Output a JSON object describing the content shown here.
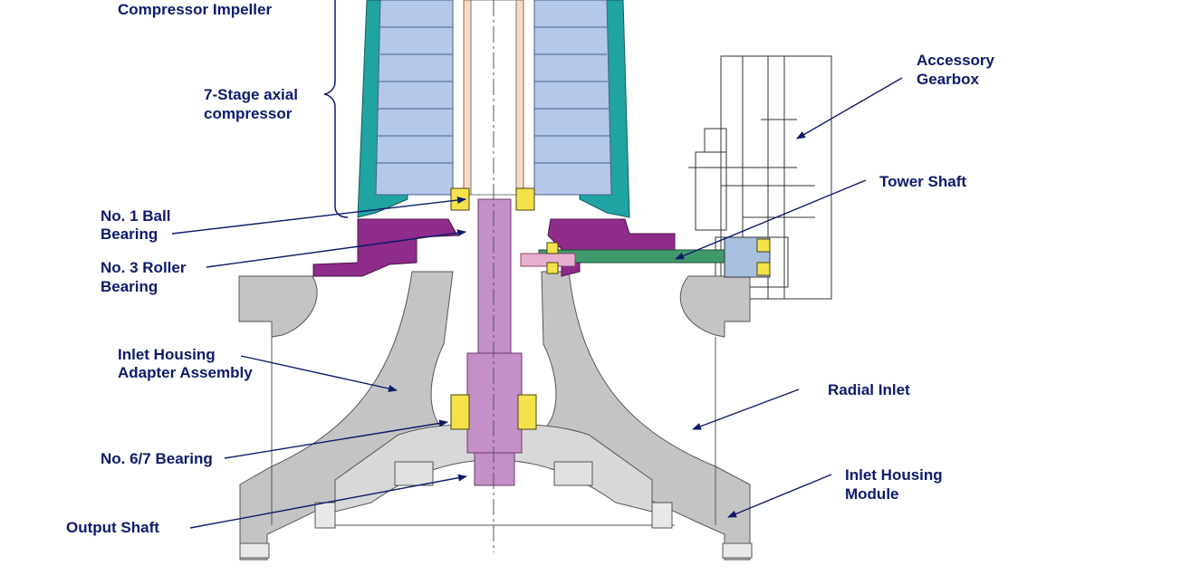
{
  "colors": {
    "label_text": "#0d1a6b",
    "leader_line": "#0d1a6b",
    "housing_gray": "#c4c4c4",
    "compressor_teal": "#1fa3a3",
    "blade_blue": "#b4c8ea",
    "adapter_purple": "#8e2b8b",
    "shaft_pink": "#c58fc8",
    "bearing_yellow": "#f4e24a",
    "tower_shaft_green": "#3f9a6b",
    "centerline": "#555555"
  },
  "labels": {
    "compressor_impeller": "Compressor Impeller",
    "axial_line1": "7-Stage axial",
    "axial_line2": "compressor",
    "gearbox_line1": "Accessory",
    "gearbox_line2": "Gearbox",
    "tower_shaft": "Tower Shaft",
    "ball_line1": "No. 1 Ball",
    "ball_line2": "Bearing",
    "roller_line1": "No. 3 Roller",
    "roller_line2": "Bearing",
    "adapter_line1": "Inlet Housing",
    "adapter_line2": "Adapter Assembly",
    "radial_inlet": "Radial Inlet",
    "bearing67": "No. 6/7 Bearing",
    "module_line1": "Inlet Housing",
    "module_line2": "Module",
    "output_shaft": "Output Shaft"
  }
}
